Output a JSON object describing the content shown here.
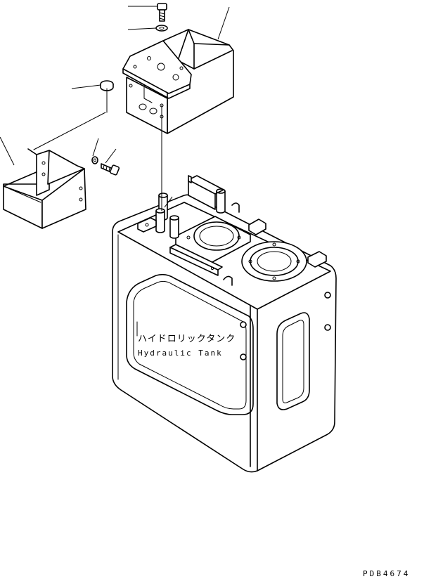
{
  "diagram": {
    "tank_label_jp": "ハイドロリックタンク",
    "tank_label_en": "Hydraulic Tank",
    "drawing_code": "PDB4674"
  }
}
